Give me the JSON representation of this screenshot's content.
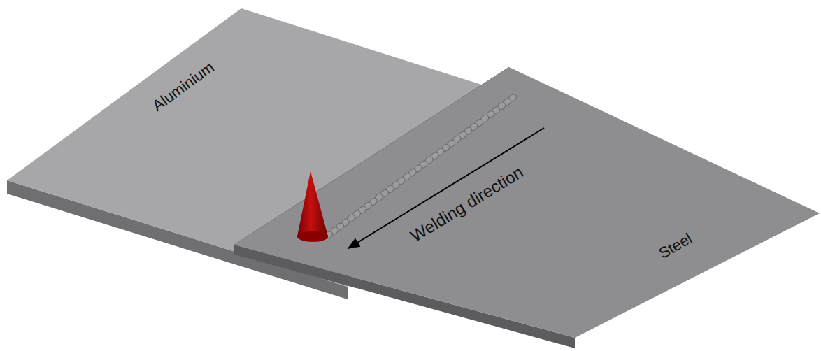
{
  "diagram": {
    "labels": [
      "Aluminium",
      "Welding direction",
      "Steel"
    ]
  }
}
